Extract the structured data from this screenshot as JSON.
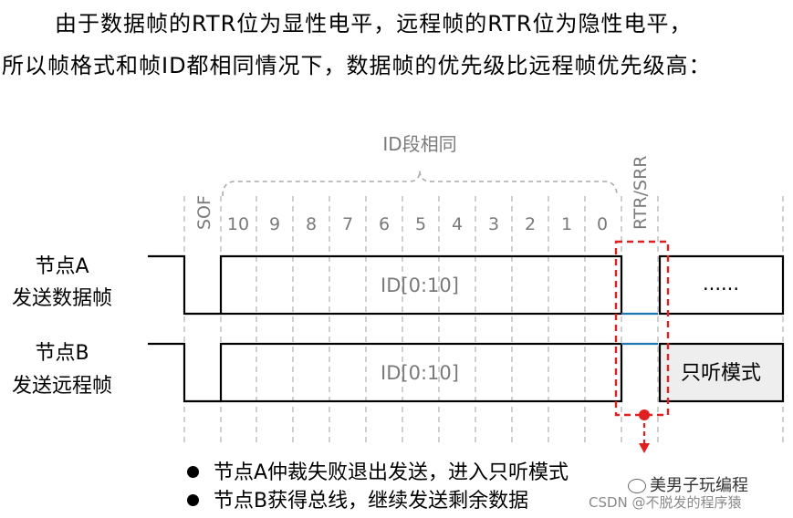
{
  "intro": {
    "line1": "由于数据帧的RTR位为显性电平，远程帧的RTR位为隐性电平，",
    "line2": "所以帧格式和帧ID都相同情况下，数据帧的优先级比远程帧优先级高："
  },
  "diagram": {
    "id_group_label": "ID段相同",
    "sof_label": "SOF",
    "rtr_label": "RTR/SRR",
    "bit_labels": [
      "10",
      "9",
      "8",
      "7",
      "6",
      "5",
      "4",
      "3",
      "2",
      "1",
      "0"
    ],
    "node_a": {
      "line1": "节点A",
      "line2": "发送数据帧",
      "id_text": "ID[0:10]",
      "tail_text": "......"
    },
    "node_b": {
      "line1": "节点B",
      "line2": "发送远程帧",
      "id_text": "ID[0:10]",
      "tail_text": "只听模式"
    },
    "colors": {
      "highlight": "#e02020",
      "rtr_line": "#1f77b4",
      "grid": "#b0b0b0",
      "listen_box": "#eeeeee"
    }
  },
  "bullets": [
    "节点A仲裁失败退出发送，进入只听模式",
    "节点B获得总线，继续发送剩余数据"
  ],
  "watermarks": {
    "wechat": "美男子玩编程",
    "csdn": "CSDN @不脱发的程序猿"
  }
}
